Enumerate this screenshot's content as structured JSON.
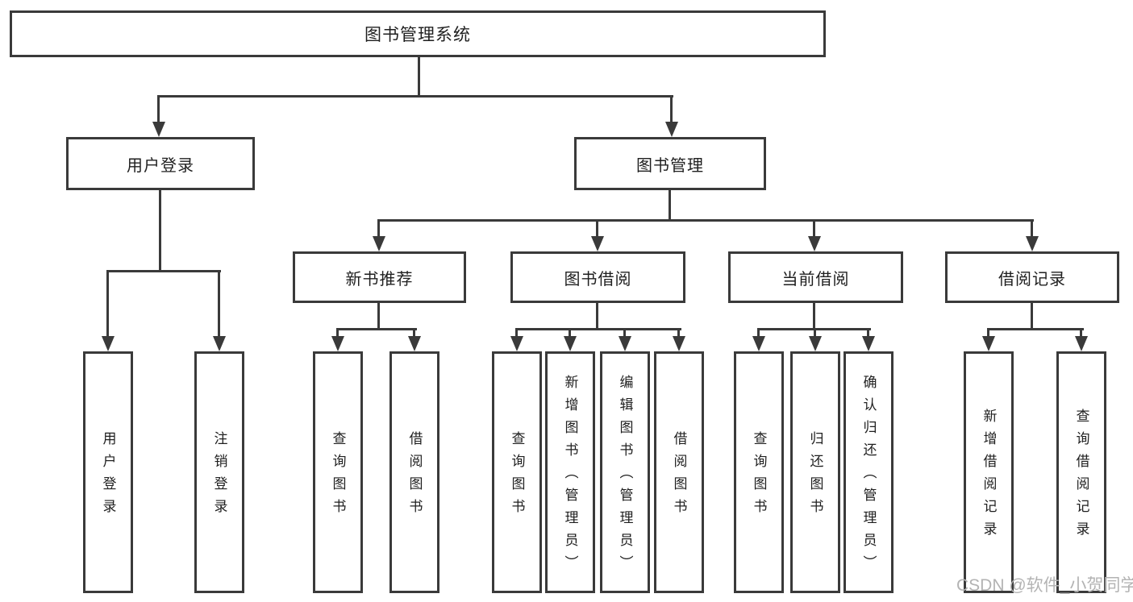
{
  "tree": {
    "label": "图书管理系统",
    "children": [
      {
        "label": "用户登录",
        "children": [
          {
            "label": "用户登录"
          },
          {
            "label": "注销登录"
          }
        ]
      },
      {
        "label": "图书管理",
        "children": [
          {
            "label": "新书推荐",
            "children": [
              {
                "label": "查询图书"
              },
              {
                "label": "借阅图书"
              }
            ]
          },
          {
            "label": "图书借阅",
            "children": [
              {
                "label": "查询图书"
              },
              {
                "label": "新增图书（管理员）"
              },
              {
                "label": "编辑图书（管理员）"
              },
              {
                "label": "借阅图书"
              }
            ]
          },
          {
            "label": "当前借阅",
            "children": [
              {
                "label": "查询图书"
              },
              {
                "label": "归还图书"
              },
              {
                "label": "确认归还（管理员）"
              }
            ]
          },
          {
            "label": "借阅记录",
            "children": [
              {
                "label": "新增借阅记录"
              },
              {
                "label": "查询借阅记录"
              }
            ]
          }
        ]
      }
    ]
  },
  "watermark": "CSDN @软件_小贺同学",
  "colors": {
    "line": "#3a3a3a",
    "text": "#1f1f1f",
    "watermark": "#b3b3b3",
    "background": "#ffffff"
  }
}
